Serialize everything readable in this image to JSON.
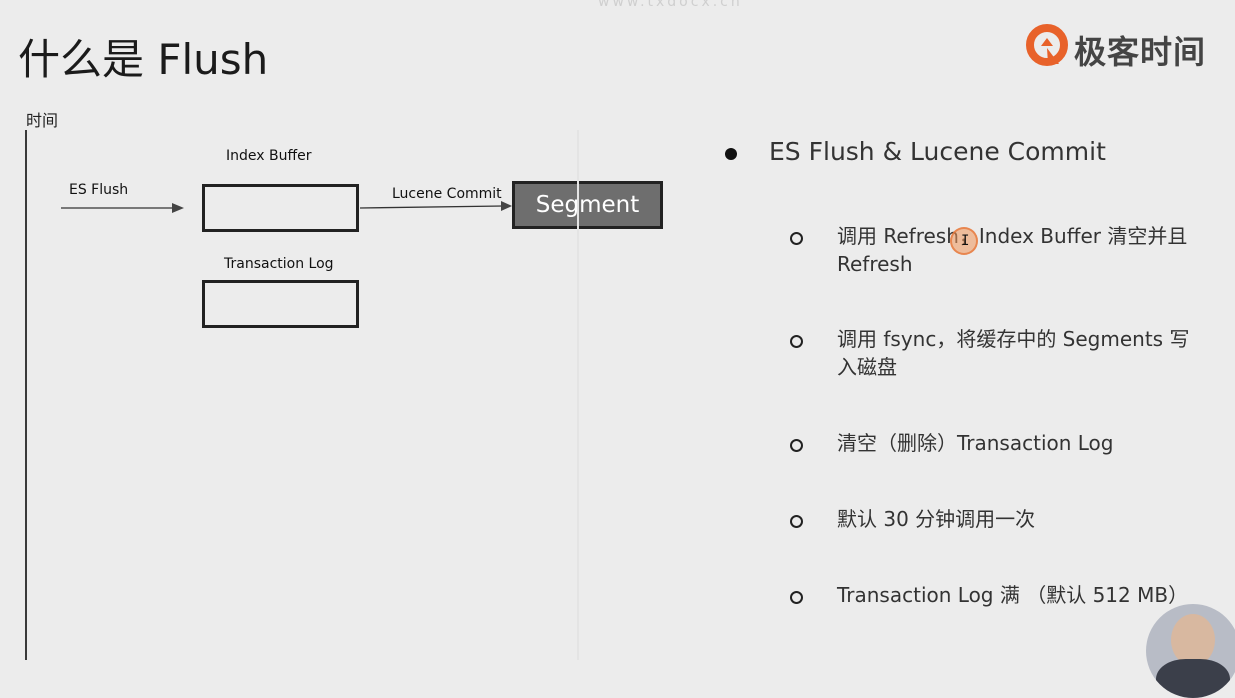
{
  "watermark": "www.txdocx.cn",
  "slide": {
    "title": "什么是 Flush",
    "logo_text": "极客时间"
  },
  "diagram": {
    "time_axis_label": "时间",
    "es_flush_label": "ES Flush",
    "index_buffer_label": "Index Buffer",
    "transaction_log_label": "Transaction Log",
    "lucene_commit_label": "Lucene Commit",
    "segment_label": "Segment"
  },
  "bullets": {
    "main": "ES Flush & Lucene Commit",
    "items": [
      "调用 Refresh，Index Buffer 清空并且 Refresh",
      "调用 fsync，将缓存中的 Segments 写入磁盘",
      "清空（删除）Transaction Log",
      "默认 30 分钟调用一次",
      "Transaction Log 满 （默认 512 MB）"
    ]
  },
  "colors": {
    "background": "#ececec",
    "segment_fill": "#6e6e6e",
    "logo_accent": "#e8622a"
  }
}
